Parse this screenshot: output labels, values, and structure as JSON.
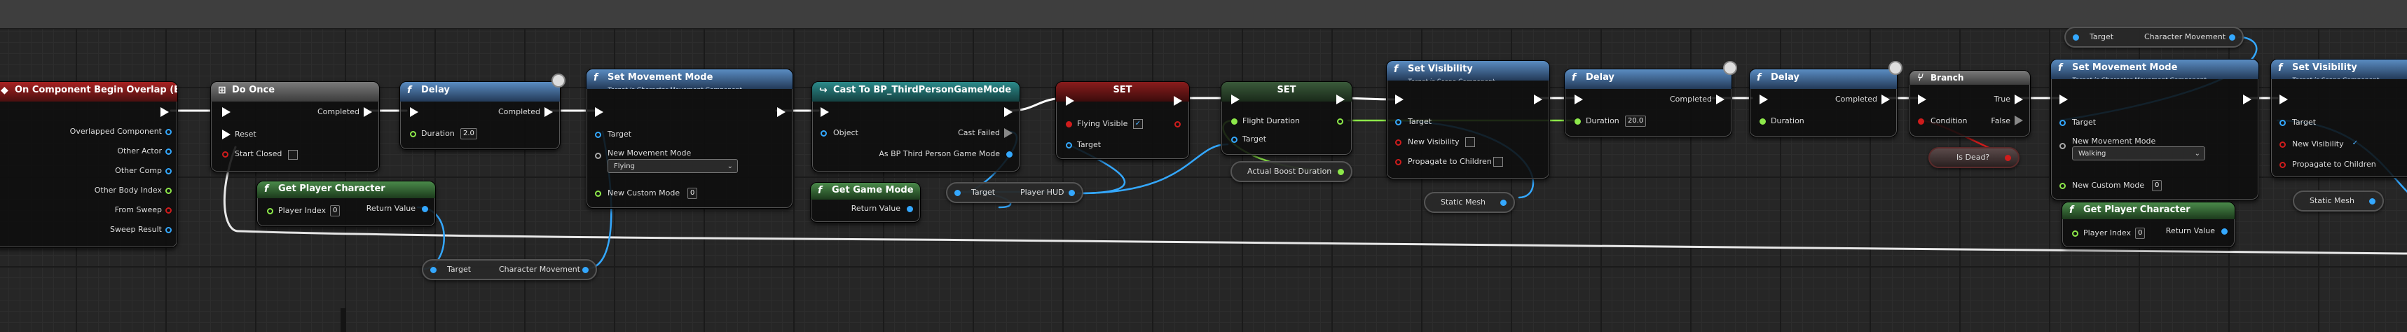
{
  "colors": {
    "exec": "#ffffff",
    "object_pin": "#34a8ff",
    "float_pin": "#8de84a",
    "bool_pin": "#d01c1c",
    "event_header": "#a82222",
    "function_header": "#5a8cc2",
    "pure_header": "#4a8a4a",
    "cast_header": "#2c8a8a"
  },
  "icons": {
    "event": "event-diamond-icon",
    "function": "function-f-icon",
    "clock": "latent-clock-icon",
    "cast": "cast-arrow-icon"
  },
  "nodes": {
    "event": {
      "title": "On Component Begin Overlap (Box)",
      "pins": [
        "Overlapped Component",
        "Other Actor",
        "Other Comp",
        "Other Body Index",
        "From Sweep",
        "Sweep Result"
      ]
    },
    "do_once": {
      "title": "Do Once",
      "completed": "Completed",
      "reset": "Reset",
      "start_closed": "Start Closed"
    },
    "delay1": {
      "title": "Delay",
      "completed": "Completed",
      "duration_label": "Duration",
      "duration": "2.0"
    },
    "get_player1": {
      "title": "Get Player Character",
      "player_index_label": "Player Index",
      "player_index": "0",
      "return_value": "Return Value"
    },
    "set_move1": {
      "title": "Set Movement Mode",
      "subtitle": "Target is Character Movement Component",
      "target": "Target",
      "new_mode_label": "New Movement Mode",
      "new_mode": "Flying",
      "new_custom_label": "New Custom Mode",
      "new_custom": "0"
    },
    "cast": {
      "title": "Cast To BP_ThirdPersonGameMode",
      "object": "Object",
      "cast_failed": "Cast Failed",
      "as_label": "As BP Third Person Game Mode"
    },
    "get_game_mode": {
      "title": "Get Game Mode",
      "return_value": "Return Value"
    },
    "player_hud": {
      "target": "Target",
      "label": "Player HUD"
    },
    "set1": {
      "title": "SET",
      "flying_visible": "Flying Visible",
      "target": "Target"
    },
    "set2": {
      "title": "SET",
      "flight_duration": "Flight Duration",
      "target": "Target"
    },
    "actual_boost": {
      "label": "Actual Boost Duration"
    },
    "set_vis1": {
      "title": "Set Visibility",
      "subtitle": "Target is Scene Component",
      "target": "Target",
      "new_vis": "New Visibility",
      "propagate": "Propagate to Children"
    },
    "static_mesh1": {
      "label": "Static Mesh"
    },
    "delay2": {
      "title": "Delay",
      "completed": "Completed",
      "duration_label": "Duration",
      "duration": "20.0"
    },
    "delay3": {
      "title": "Delay",
      "completed": "Completed",
      "duration_label": "Duration"
    },
    "branch": {
      "title": "Branch",
      "true": "True",
      "false": "False",
      "condition": "Condition"
    },
    "is_dead": {
      "label": "Is Dead?"
    },
    "char_move_top": {
      "target": "Target",
      "label": "Character Movement"
    },
    "char_move_bottom": {
      "target": "Target",
      "label": "Character Movement"
    },
    "set_move2": {
      "title": "Set Movement Mode",
      "subtitle": "Target is Character Movement Component",
      "target": "Target",
      "new_mode_label": "New Movement Mode",
      "new_mode": "Walking",
      "new_custom_label": "New Custom Mode",
      "new_custom": "0"
    },
    "get_player2": {
      "title": "Get Player Character",
      "player_index_label": "Player Index",
      "player_index": "0",
      "return_value": "Return Value"
    },
    "set_vis2": {
      "title": "Set Visibility",
      "subtitle": "Target is Scene Component",
      "target": "Target",
      "new_vis": "New Visibility",
      "propagate": "Propagate to Children"
    },
    "static_mesh2": {
      "label": "Static Mesh"
    }
  }
}
